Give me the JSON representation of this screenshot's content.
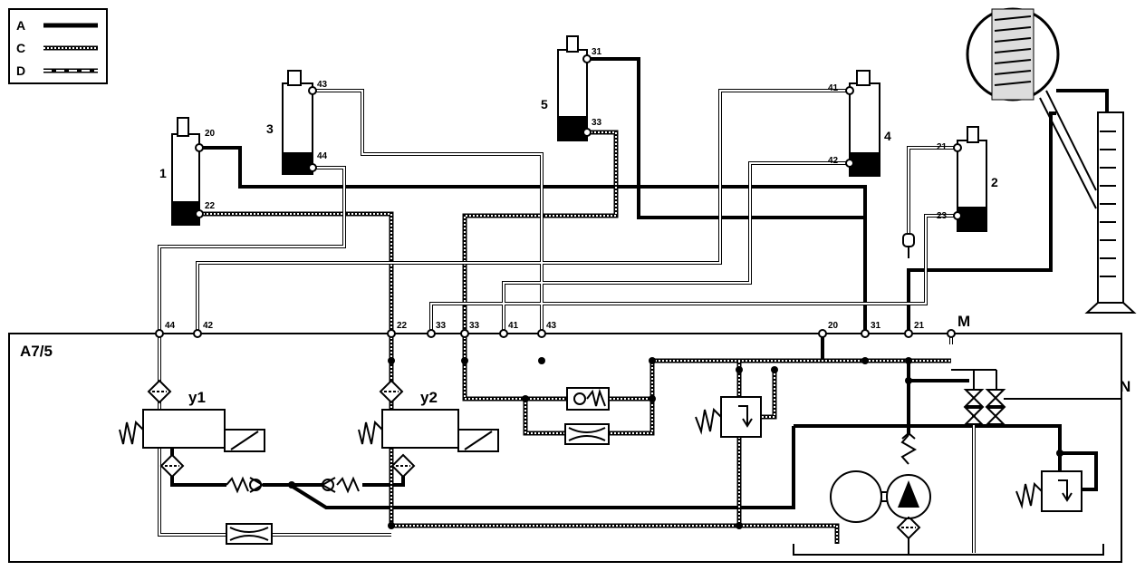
{
  "legend": [
    {
      "key": "A",
      "style": "solid"
    },
    {
      "key": "C",
      "style": "dotted"
    },
    {
      "key": "D",
      "style": "dash-dot"
    }
  ],
  "cylinders": [
    {
      "id": "1",
      "ports": [
        "20",
        "22"
      ]
    },
    {
      "id": "3",
      "ports": [
        "43",
        "44"
      ]
    },
    {
      "id": "5",
      "ports": [
        "31",
        "33"
      ]
    },
    {
      "id": "4",
      "ports": [
        "41",
        "42"
      ]
    },
    {
      "id": "2",
      "ports": [
        "21",
        "23"
      ]
    }
  ],
  "unit": {
    "name": "A7/5",
    "ports": [
      "44",
      "42",
      "22",
      "33",
      "33",
      "41",
      "43",
      "20",
      "31",
      "21"
    ],
    "valves": [
      "y1",
      "y2"
    ],
    "test_port_m": "M",
    "test_port_n": "N"
  },
  "colors": {
    "line": "#000000",
    "background": "#ffffff"
  }
}
